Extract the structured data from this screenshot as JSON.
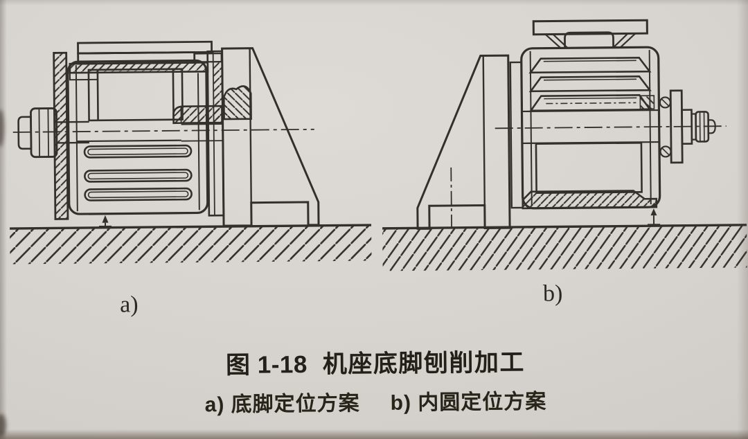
{
  "figure": {
    "caption_number": "图 1-18",
    "caption_title": "机座底脚刨削加工",
    "subcaption_a": "a) 底脚定位方案",
    "subcaption_b": "b) 内圆定位方案",
    "panel_a_label": "a)",
    "panel_b_label": "b)"
  },
  "colors": {
    "paper": "#d7d3cf",
    "ink": "#2e2b27"
  }
}
